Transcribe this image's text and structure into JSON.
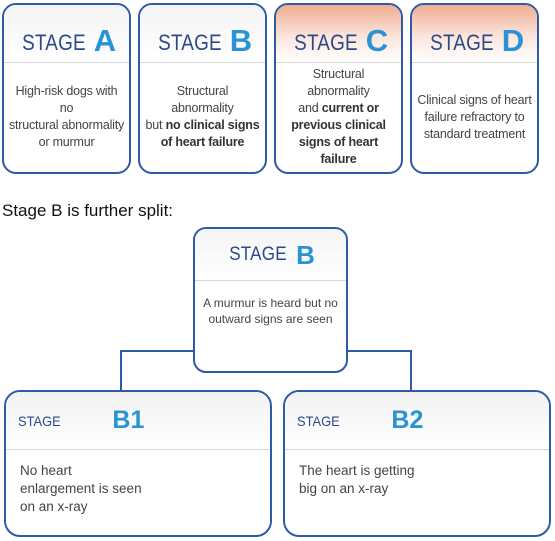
{
  "stages": [
    {
      "word": "STAGE",
      "letter": "A",
      "accent": false,
      "lines": [
        [
          {
            "t": "High-risk dogs with no"
          }
        ],
        [
          {
            "t": "structural abnormality"
          }
        ],
        [
          {
            "t": "or murmur"
          }
        ]
      ]
    },
    {
      "word": "STAGE",
      "letter": "B",
      "accent": false,
      "lines": [
        [
          {
            "t": "Structural abnormality"
          }
        ],
        [
          {
            "t": "but "
          },
          {
            "t": "no clinical signs",
            "b": true
          }
        ],
        [
          {
            "t": "of heart failure",
            "b": true
          }
        ]
      ]
    },
    {
      "word": "STAGE",
      "letter": "C",
      "accent": true,
      "lines": [
        [
          {
            "t": "Structural abnormality"
          }
        ],
        [
          {
            "t": "and "
          },
          {
            "t": "current or",
            "b": true
          }
        ],
        [
          {
            "t": "previous clinical",
            "b": true
          }
        ],
        [
          {
            "t": "signs of heart failure",
            "b": true
          }
        ]
      ]
    },
    {
      "word": "STAGE",
      "letter": "D",
      "accent": true,
      "lines": [
        [
          {
            "t": "Clinical signs of heart"
          }
        ],
        [
          {
            "t": "failure refractory to"
          }
        ],
        [
          {
            "t": "standard treatment"
          }
        ]
      ]
    }
  ],
  "split_label": "Stage B is further split:",
  "center": {
    "word": "STAGE",
    "letter": "B",
    "description": "A murmur is heard but no outward signs are seen"
  },
  "substages": [
    {
      "word": "STAGE",
      "code": "B1",
      "description": "No heart enlargement is seen on an x-ray"
    },
    {
      "word": "STAGE",
      "code": "B2",
      "description": "The heart is getting big on an x-ray"
    }
  ],
  "colors": {
    "border": "#2f5aa8",
    "stage_word": "#2b4a86",
    "stage_letter": "#2a93d5",
    "accent_header": "#f0ad92"
  }
}
